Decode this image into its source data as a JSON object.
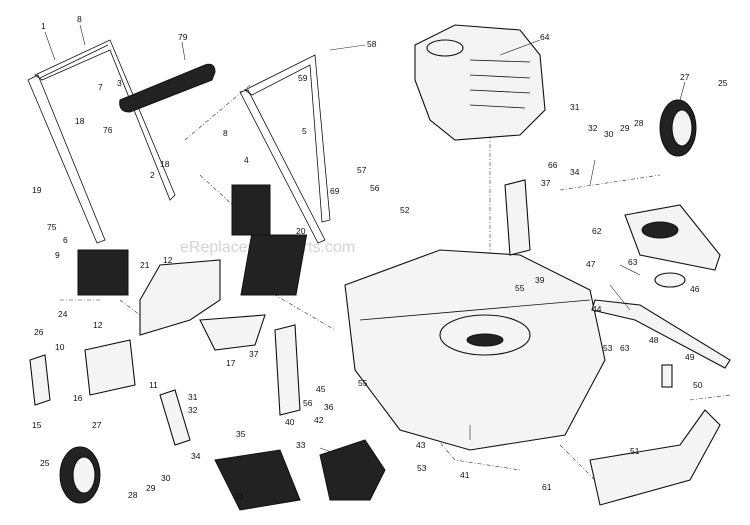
{
  "watermark": "eReplacementParts.com",
  "callouts": [
    {
      "id": "c1",
      "label": "1"
    },
    {
      "id": "c8a",
      "label": "8"
    },
    {
      "id": "c7",
      "label": "7"
    },
    {
      "id": "c3",
      "label": "3"
    },
    {
      "id": "c79",
      "label": "79"
    },
    {
      "id": "c58",
      "label": "58"
    },
    {
      "id": "c59",
      "label": "59"
    },
    {
      "id": "c64",
      "label": "64"
    },
    {
      "id": "c27a",
      "label": "27"
    },
    {
      "id": "c25a",
      "label": "25"
    },
    {
      "id": "c18a",
      "label": "18"
    },
    {
      "id": "c76",
      "label": "76"
    },
    {
      "id": "c18b",
      "label": "18"
    },
    {
      "id": "c2",
      "label": "2"
    },
    {
      "id": "c19",
      "label": "19"
    },
    {
      "id": "c8b",
      "label": "8"
    },
    {
      "id": "c5",
      "label": "5"
    },
    {
      "id": "c4",
      "label": "4"
    },
    {
      "id": "c31a",
      "label": "31"
    },
    {
      "id": "c32a",
      "label": "32"
    },
    {
      "id": "c30a",
      "label": "30"
    },
    {
      "id": "c29a",
      "label": "29"
    },
    {
      "id": "c28a",
      "label": "28"
    },
    {
      "id": "c66",
      "label": "66"
    },
    {
      "id": "c37a",
      "label": "37"
    },
    {
      "id": "c34a",
      "label": "34"
    },
    {
      "id": "c57",
      "label": "57"
    },
    {
      "id": "c69",
      "label": "69"
    },
    {
      "id": "c56a",
      "label": "56"
    },
    {
      "id": "c52",
      "label": "52"
    },
    {
      "id": "c75",
      "label": "75"
    },
    {
      "id": "c6",
      "label": "6"
    },
    {
      "id": "c39",
      "label": "39"
    },
    {
      "id": "c20",
      "label": "20"
    },
    {
      "id": "c62",
      "label": "62"
    },
    {
      "id": "c63a",
      "label": "63"
    },
    {
      "id": "c9",
      "label": "9"
    },
    {
      "id": "c21",
      "label": "21"
    },
    {
      "id": "c12a",
      "label": "12"
    },
    {
      "id": "c47",
      "label": "47"
    },
    {
      "id": "c46",
      "label": "46"
    },
    {
      "id": "c26",
      "label": "26"
    },
    {
      "id": "c24",
      "label": "24"
    },
    {
      "id": "c55a",
      "label": "55"
    },
    {
      "id": "c44",
      "label": "44"
    },
    {
      "id": "c12b",
      "label": "12"
    },
    {
      "id": "c48",
      "label": "48"
    },
    {
      "id": "c10",
      "label": "10"
    },
    {
      "id": "c53a",
      "label": "53"
    },
    {
      "id": "c63b",
      "label": "63"
    },
    {
      "id": "c49",
      "label": "49"
    },
    {
      "id": "c37b",
      "label": "37"
    },
    {
      "id": "c16",
      "label": "16"
    },
    {
      "id": "c11",
      "label": "11"
    },
    {
      "id": "c17",
      "label": "17"
    },
    {
      "id": "c45",
      "label": "45"
    },
    {
      "id": "c55b",
      "label": "55"
    },
    {
      "id": "c50",
      "label": "50"
    },
    {
      "id": "c15",
      "label": "15"
    },
    {
      "id": "c31b",
      "label": "31"
    },
    {
      "id": "c32b",
      "label": "32"
    },
    {
      "id": "c56b",
      "label": "56"
    },
    {
      "id": "c36",
      "label": "36"
    },
    {
      "id": "c42",
      "label": "42"
    },
    {
      "id": "c40",
      "label": "40"
    },
    {
      "id": "c27b",
      "label": "27"
    },
    {
      "id": "c35",
      "label": "35"
    },
    {
      "id": "c43",
      "label": "43"
    },
    {
      "id": "c34b",
      "label": "34"
    },
    {
      "id": "c33",
      "label": "33"
    },
    {
      "id": "c51",
      "label": "51"
    },
    {
      "id": "c25b",
      "label": "25"
    },
    {
      "id": "c28b",
      "label": "28"
    },
    {
      "id": "c29b",
      "label": "29"
    },
    {
      "id": "c30b",
      "label": "30"
    },
    {
      "id": "c53b",
      "label": "53"
    },
    {
      "id": "c41",
      "label": "41"
    },
    {
      "id": "c61",
      "label": "61"
    },
    {
      "id": "c38",
      "label": "38"
    }
  ]
}
